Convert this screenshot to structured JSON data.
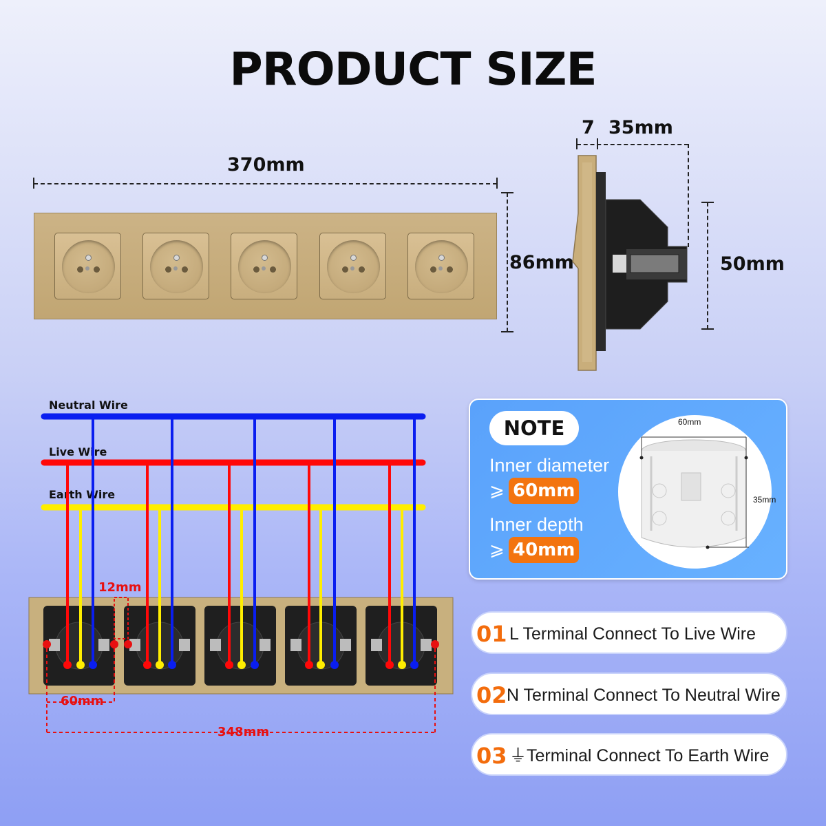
{
  "title": "PRODUCT SIZE",
  "front_view": {
    "width_label": "370mm",
    "height_label": "86mm",
    "socket_count": 5
  },
  "side_view": {
    "plate_label": "7",
    "depth_label": "35mm",
    "body_label": "50mm"
  },
  "wiring": {
    "neutral_label": "Neutral Wire",
    "live_label": "Live Wire",
    "earth_label": "Earth Wire",
    "gap_label": "12mm",
    "pitch_label": "60mm",
    "total_label": "348mm",
    "colors": {
      "neutral": "#0a1ef0",
      "live": "#ff0808",
      "earth": "#ffee00"
    }
  },
  "note": {
    "heading": "NOTE",
    "diameter_label": "Inner diameter",
    "diameter_prefix": "⩾",
    "diameter_value": "60mm",
    "depth_label": "Inner depth",
    "depth_prefix": "⩾",
    "depth_value": "40mm",
    "box_width_label": "60mm",
    "box_depth_label": "35mm"
  },
  "steps": [
    {
      "num": "01",
      "text": "L Terminal Connect To Live Wire"
    },
    {
      "num": "02",
      "text": "N Terminal Connect To Neutral Wire"
    },
    {
      "num": "03",
      "text": "⏚Terminal Connect To Earth Wire"
    }
  ]
}
